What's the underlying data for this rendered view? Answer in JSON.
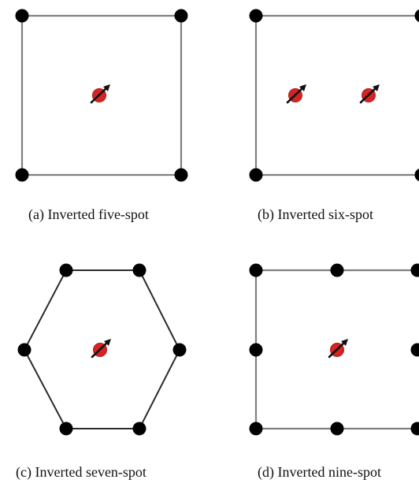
{
  "figure": {
    "panels": [
      {
        "id": "a",
        "caption": "(a) Inverted five-spot"
      },
      {
        "id": "b",
        "caption": "(b) Inverted six-spot"
      },
      {
        "id": "c",
        "caption": "(c) Inverted seven-spot"
      },
      {
        "id": "d",
        "caption": "(d) Inverted nine-spot"
      }
    ]
  },
  "colors": {
    "pattern_line": "#808080",
    "hexagon_line": "#2b2b2b",
    "production_well": "#000000",
    "injector_well": "#d42424",
    "injector_arrow": "#111111"
  },
  "icons": {
    "production_well": "black-circle-well-icon",
    "injection_well": "red-injector-arrow-icon"
  }
}
